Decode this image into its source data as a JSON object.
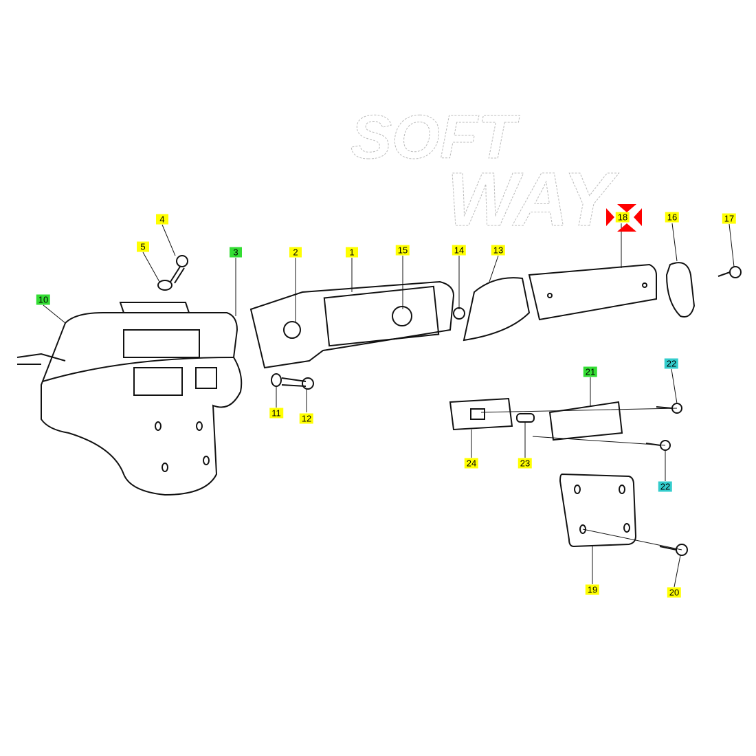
{
  "watermark": {
    "line1": "SOFT",
    "line2": "WAY"
  },
  "colors": {
    "yellow": "#ffff00",
    "green": "#33dd33",
    "cyan": "#33cccc",
    "marker": "#ff0000"
  },
  "callouts": [
    {
      "id": "4",
      "color": "yellow"
    },
    {
      "id": "5",
      "color": "yellow"
    },
    {
      "id": "3",
      "color": "green"
    },
    {
      "id": "2",
      "color": "yellow"
    },
    {
      "id": "1",
      "color": "yellow"
    },
    {
      "id": "15",
      "color": "yellow"
    },
    {
      "id": "14",
      "color": "yellow"
    },
    {
      "id": "13",
      "color": "yellow"
    },
    {
      "id": "18",
      "color": "yellow",
      "selected": true
    },
    {
      "id": "16",
      "color": "yellow"
    },
    {
      "id": "17",
      "color": "yellow"
    },
    {
      "id": "10",
      "color": "green"
    },
    {
      "id": "11",
      "color": "yellow"
    },
    {
      "id": "12",
      "color": "yellow"
    },
    {
      "id": "21",
      "color": "green"
    },
    {
      "id": "22",
      "color": "cyan"
    },
    {
      "id": "22",
      "color": "cyan"
    },
    {
      "id": "24",
      "color": "yellow"
    },
    {
      "id": "23",
      "color": "yellow"
    },
    {
      "id": "19",
      "color": "yellow"
    },
    {
      "id": "20",
      "color": "yellow"
    }
  ]
}
